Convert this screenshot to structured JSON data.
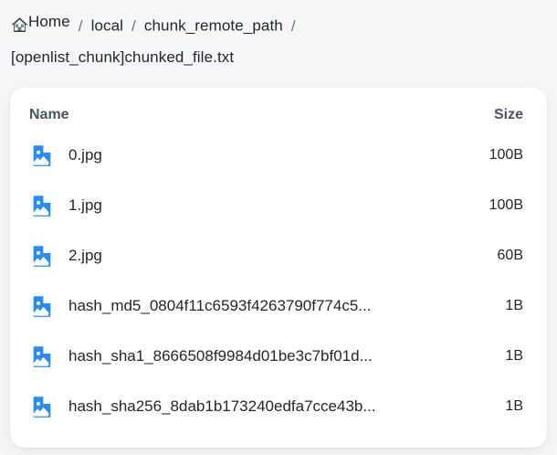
{
  "breadcrumb": {
    "home_icon": "home-icon",
    "home_label": "Home",
    "separator": "/",
    "items": [
      {
        "label": "Home",
        "icon": "home-icon"
      },
      {
        "label": "local"
      },
      {
        "label": "chunk_remote_path"
      },
      {
        "label": "[openlist_chunk]chunked_file.txt"
      }
    ],
    "sep1": "/",
    "sep2": "/",
    "sep3": "/",
    "item_local": "local",
    "item_chunk_remote_path": "chunk_remote_path",
    "item_file": "[openlist_chunk]chunked_file.txt"
  },
  "table": {
    "columns": {
      "name": "Name",
      "size": "Size"
    },
    "rows": [
      {
        "icon": "image-file-icon",
        "name": "0.jpg",
        "size": "100B"
      },
      {
        "icon": "image-file-icon",
        "name": "1.jpg",
        "size": "100B"
      },
      {
        "icon": "image-file-icon",
        "name": "2.jpg",
        "size": "60B"
      },
      {
        "icon": "image-file-icon",
        "name": "hash_md5_0804f11c6593f4263790f774c5...",
        "size": "1B"
      },
      {
        "icon": "image-file-icon",
        "name": "hash_sha1_8666508f9984d01be3c7bf01d...",
        "size": "1B"
      },
      {
        "icon": "image-file-icon",
        "name": "hash_sha256_8dab1b173240edfa7cce43b...",
        "size": "1B"
      }
    ]
  },
  "colors": {
    "page_background": "#f5f6f8",
    "card_background": "#ffffff",
    "text_primary": "#22262e",
    "text_header": "#4a5361",
    "icon_blue": "#2b8cf0",
    "separator_gray": "#6b7280"
  }
}
